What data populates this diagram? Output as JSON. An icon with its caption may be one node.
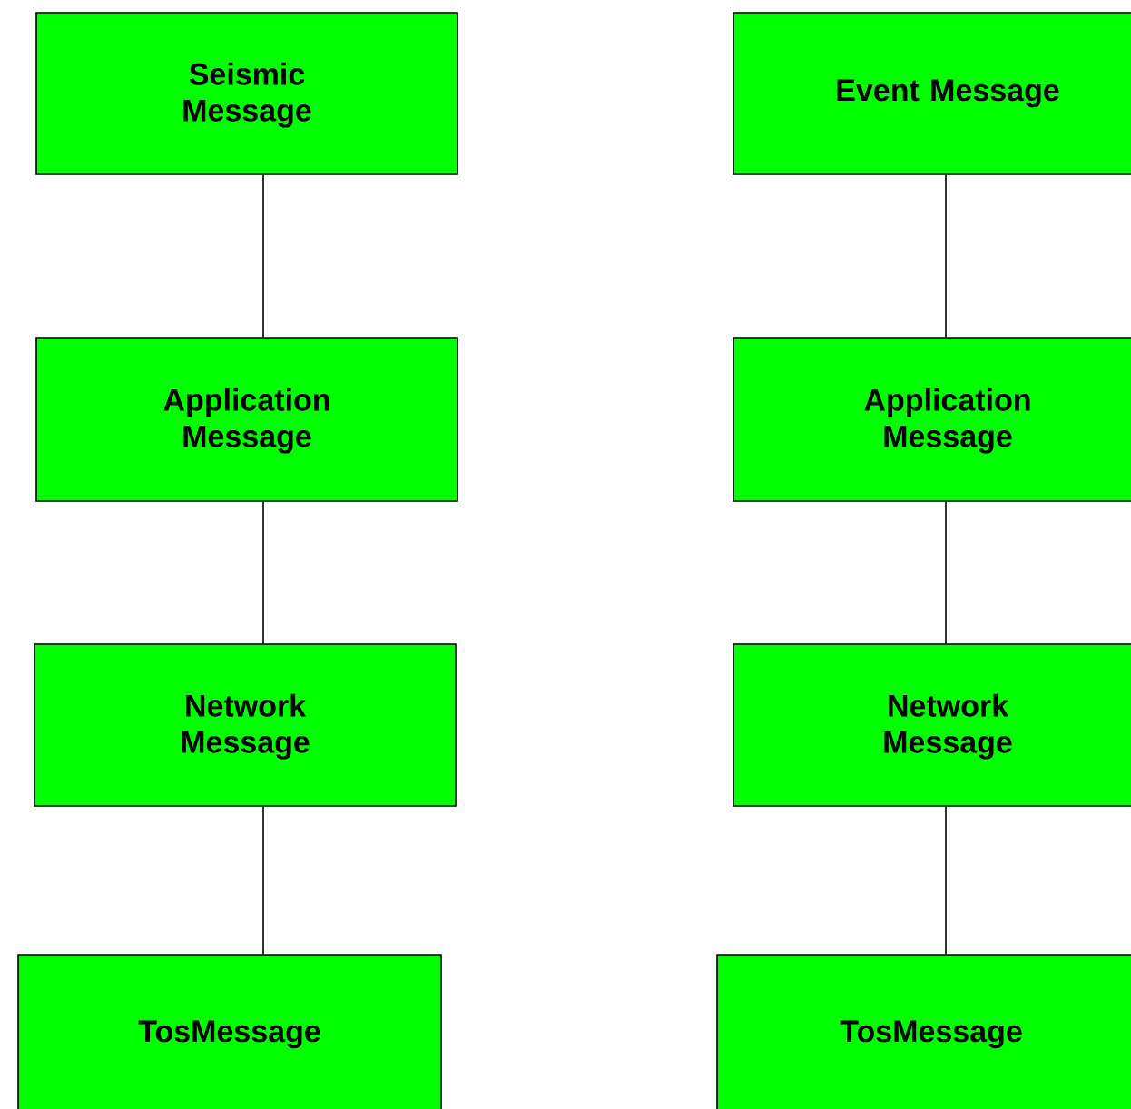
{
  "diagram": {
    "nodes": [
      {
        "text": [
          "Seismic Message"
        ]
      },
      {
        "text": [
          "Event Message"
        ]
      },
      {
        "text": [
          "Application Message"
        ]
      },
      {
        "text": [
          "Application Message"
        ]
      },
      {
        "text": [
          "Network Message"
        ]
      },
      {
        "text": [
          "Network Message"
        ]
      },
      {
        "text": [
          "TosMessage"
        ]
      },
      {
        "text": [
          "TosMessage"
        ]
      }
    ],
    "edges": [
      {
        "from": 0,
        "to": 2,
        "arrow": "none"
      },
      {
        "from": 2,
        "to": 4,
        "arrow": "none"
      },
      {
        "from": 4,
        "to": 6,
        "arrow": "none"
      },
      {
        "from": 1,
        "to": 3,
        "arrow": "none"
      },
      {
        "from": 3,
        "to": 5,
        "arrow": "none"
      },
      {
        "from": 5,
        "to": 7,
        "arrow": "none"
      }
    ]
  }
}
